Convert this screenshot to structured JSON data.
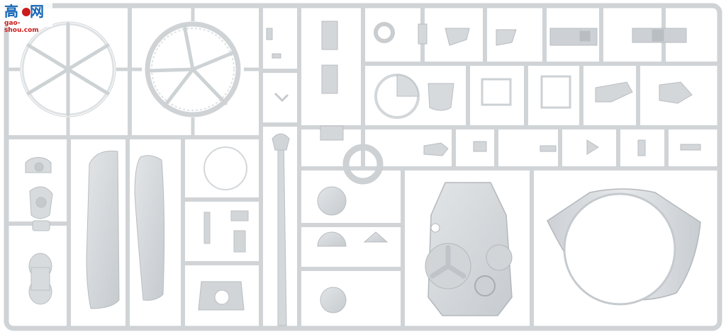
{
  "watermark": {
    "chars": [
      "高",
      "网"
    ],
    "url": "gao-shou.com",
    "colors": {
      "first_char": "#1565b5",
      "second_char": "#1565b5",
      "url": "#cc1b1b"
    }
  },
  "sprue": {
    "color_runner": "#d2d6d9",
    "color_runner_edge": "#b9bec2",
    "color_part": "#dadde0",
    "color_part_shade": "#c3c8cc",
    "color_background": "#ffffff"
  }
}
